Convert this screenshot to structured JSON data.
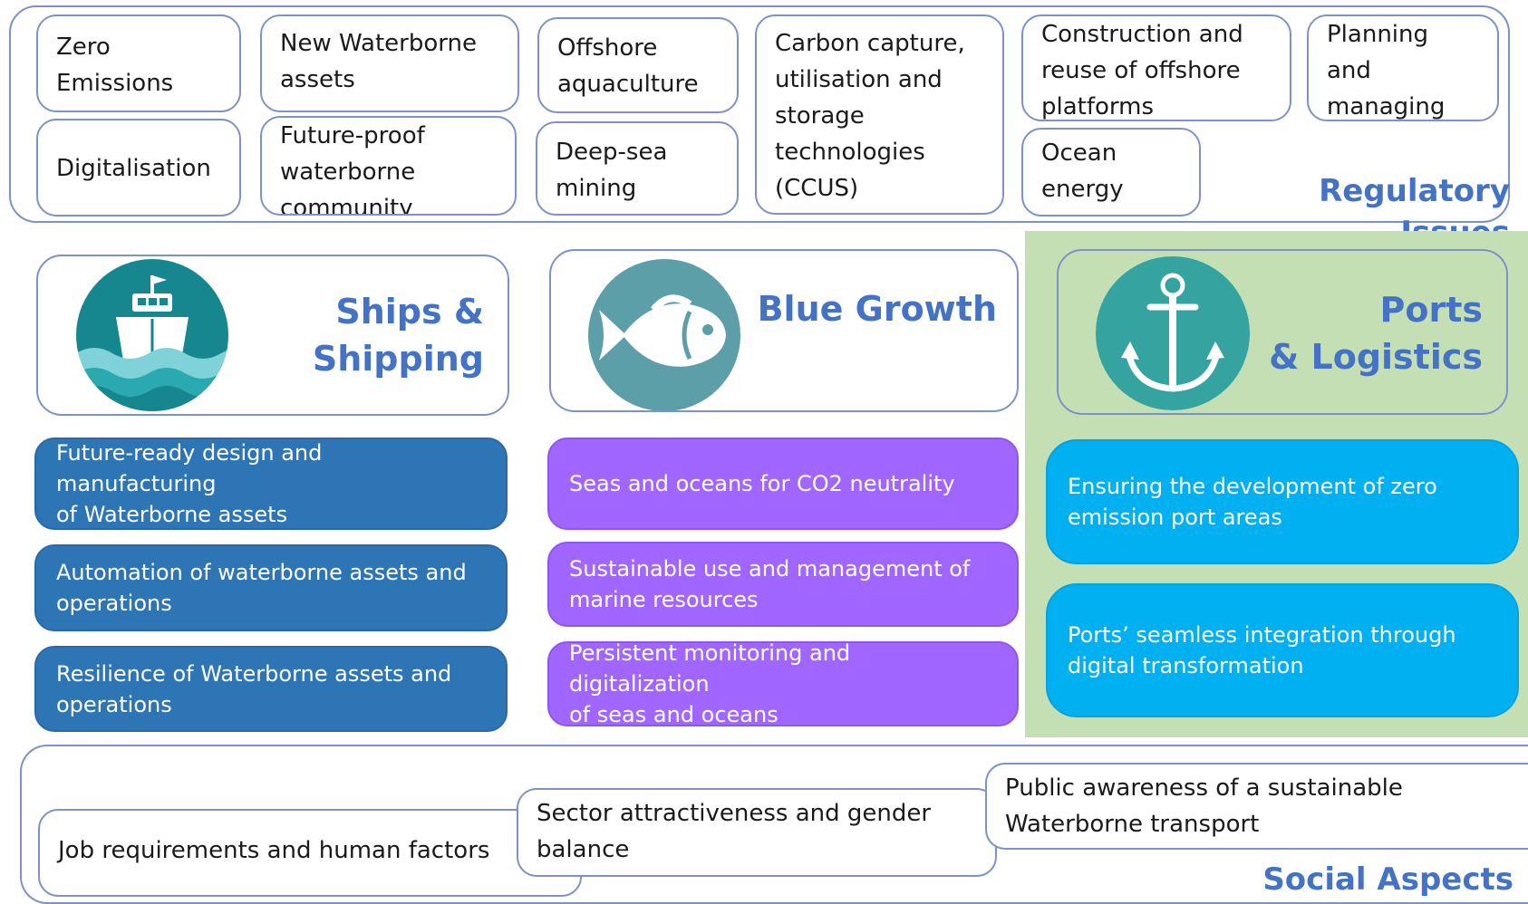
{
  "regulatory": {
    "title": "Regulatory Issues",
    "boxes": [
      "Zero\nEmissions",
      "Digitalisation",
      "New Waterborne\nassets",
      "Future-proof\nwaterborne\ncommunity",
      "Offshore\naquaculture",
      "Deep-sea\nmining",
      "Carbon capture,\nutilisation and\nstorage\ntechnologies\n(CCUS)",
      "Construction and\nreuse of offshore\nplatforms",
      "Ocean\nenergy",
      "Planning and\nmanaging sea\nuse"
    ]
  },
  "columns": {
    "ships": {
      "title": "Ships &\nShipping",
      "icon": "ship-icon",
      "items": [
        "Future-ready design and manufacturing\nof Waterborne assets",
        "Automation of waterborne assets and\noperations",
        "Resilience of Waterborne assets and\noperations"
      ]
    },
    "blue": {
      "title": "Blue Growth",
      "icon": "fish-icon",
      "items": [
        "Seas and oceans for CO2 neutrality",
        "Sustainable use and management of\nmarine resources",
        "Persistent monitoring and digitalization\nof seas and oceans"
      ]
    },
    "ports": {
      "title": "Ports\n& Logistics",
      "icon": "anchor-icon",
      "items": [
        "Ensuring the development of zero\nemission port areas",
        "Ports’ seamless integration through\ndigital transformation"
      ]
    }
  },
  "social": {
    "title": "Social Aspects",
    "boxes": [
      "Job requirements and human factors",
      "Sector attractiveness and gender\nbalance",
      "Public awareness of a sustainable\nWaterborne transport"
    ]
  },
  "colors": {
    "title_blue": "#4472c4",
    "border": "#7b93c8",
    "ships_pill": "#2e75b6",
    "blue_growth_pill": "#a066ff",
    "ports_pill": "#00b0f0",
    "ports_background": "#c5dfb4",
    "ship_icon_circle": "#16868f",
    "fish_icon_circle": "#5d9fa9",
    "anchor_icon_circle": "#35a4a1"
  }
}
